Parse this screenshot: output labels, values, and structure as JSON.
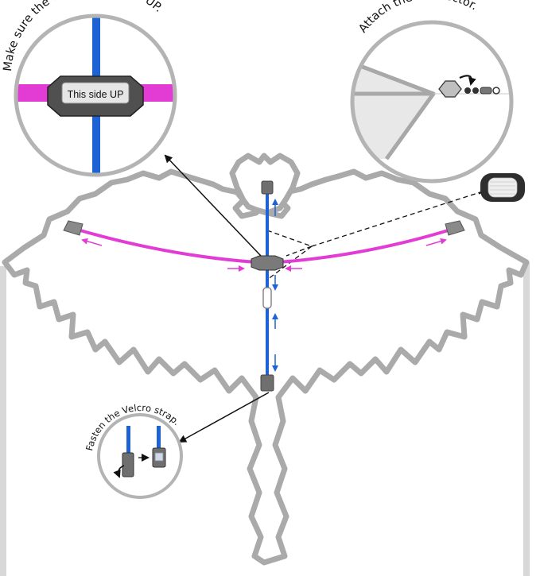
{
  "annotations": {
    "connector_faces_up": "Make sure the connector faces UP.",
    "attach_connector": "Attach the connector.",
    "fasten_velcro": "Fasten the Velcro strap."
  },
  "labels": {
    "connector_label": "This side UP"
  },
  "colors": {
    "outline": "#aaaaaa",
    "kite_fill": "#ffffff",
    "spar_blue": "#1e63d6",
    "spar_magenta": "#e23cd5",
    "connector_gray": "#6f6f6f",
    "circle_border": "#b4b4b4",
    "text": "#111111"
  },
  "icons": [
    "line-reel-icon",
    "swivel-clip-icon",
    "rotate-arrow-icon",
    "right-arrow-icon"
  ]
}
